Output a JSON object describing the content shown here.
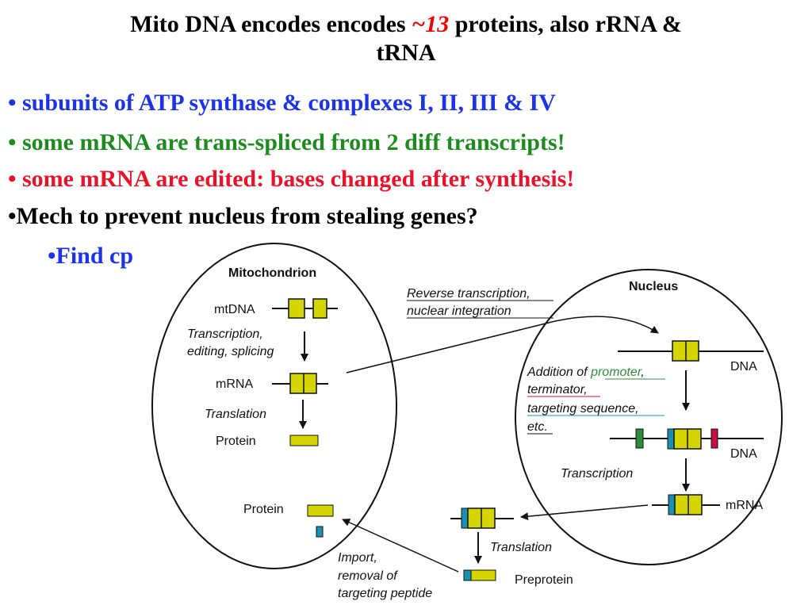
{
  "title": {
    "part1": "Mito DNA encodes encodes",
    "emph": "~13",
    "part2": "proteins, also rRNA &",
    "line2": "tRNA"
  },
  "bullets": {
    "b1": "• subunits of ATP synthase & complexes I, II, III & IV",
    "b2": "• some mRNA are trans-spliced from 2 diff transcripts!",
    "b3": "• some mRNA are edited: bases changed after synthesis!",
    "b4": "•Mech to prevent nucleus from stealing genes?",
    "b5": "•Find cp"
  },
  "diagram": {
    "mito": {
      "title": "Mitochondrion",
      "mtdna": "mtDNA",
      "transcription1": "Transcription,",
      "transcription2": "editing, splicing",
      "mrna": "mRNA",
      "translation": "Translation",
      "protein": "Protein",
      "protein2": "Protein"
    },
    "nucleus": {
      "title": "Nucleus",
      "dna1": "DNA",
      "addition_prefix": "Addition of",
      "promoter": "promoter",
      "comma": ",",
      "terminator": "terminator,",
      "targeting": "targeting sequence,",
      "etc": "etc.",
      "dna2": "DNA",
      "transcription": "Transcription",
      "mrna": "mRNA"
    },
    "outside": {
      "reverse1": "Reverse transcription,",
      "reverse2": "nuclear integration",
      "translation": "Translation",
      "preprotein": "Preprotein",
      "import1": "Import,",
      "import2": "removal of",
      "import3": "targeting peptide"
    },
    "colors": {
      "gene": "#d4d400",
      "promoter": "#2e8b3e",
      "terminator": "#c8103c",
      "targeting": "#1b8fb0"
    }
  }
}
